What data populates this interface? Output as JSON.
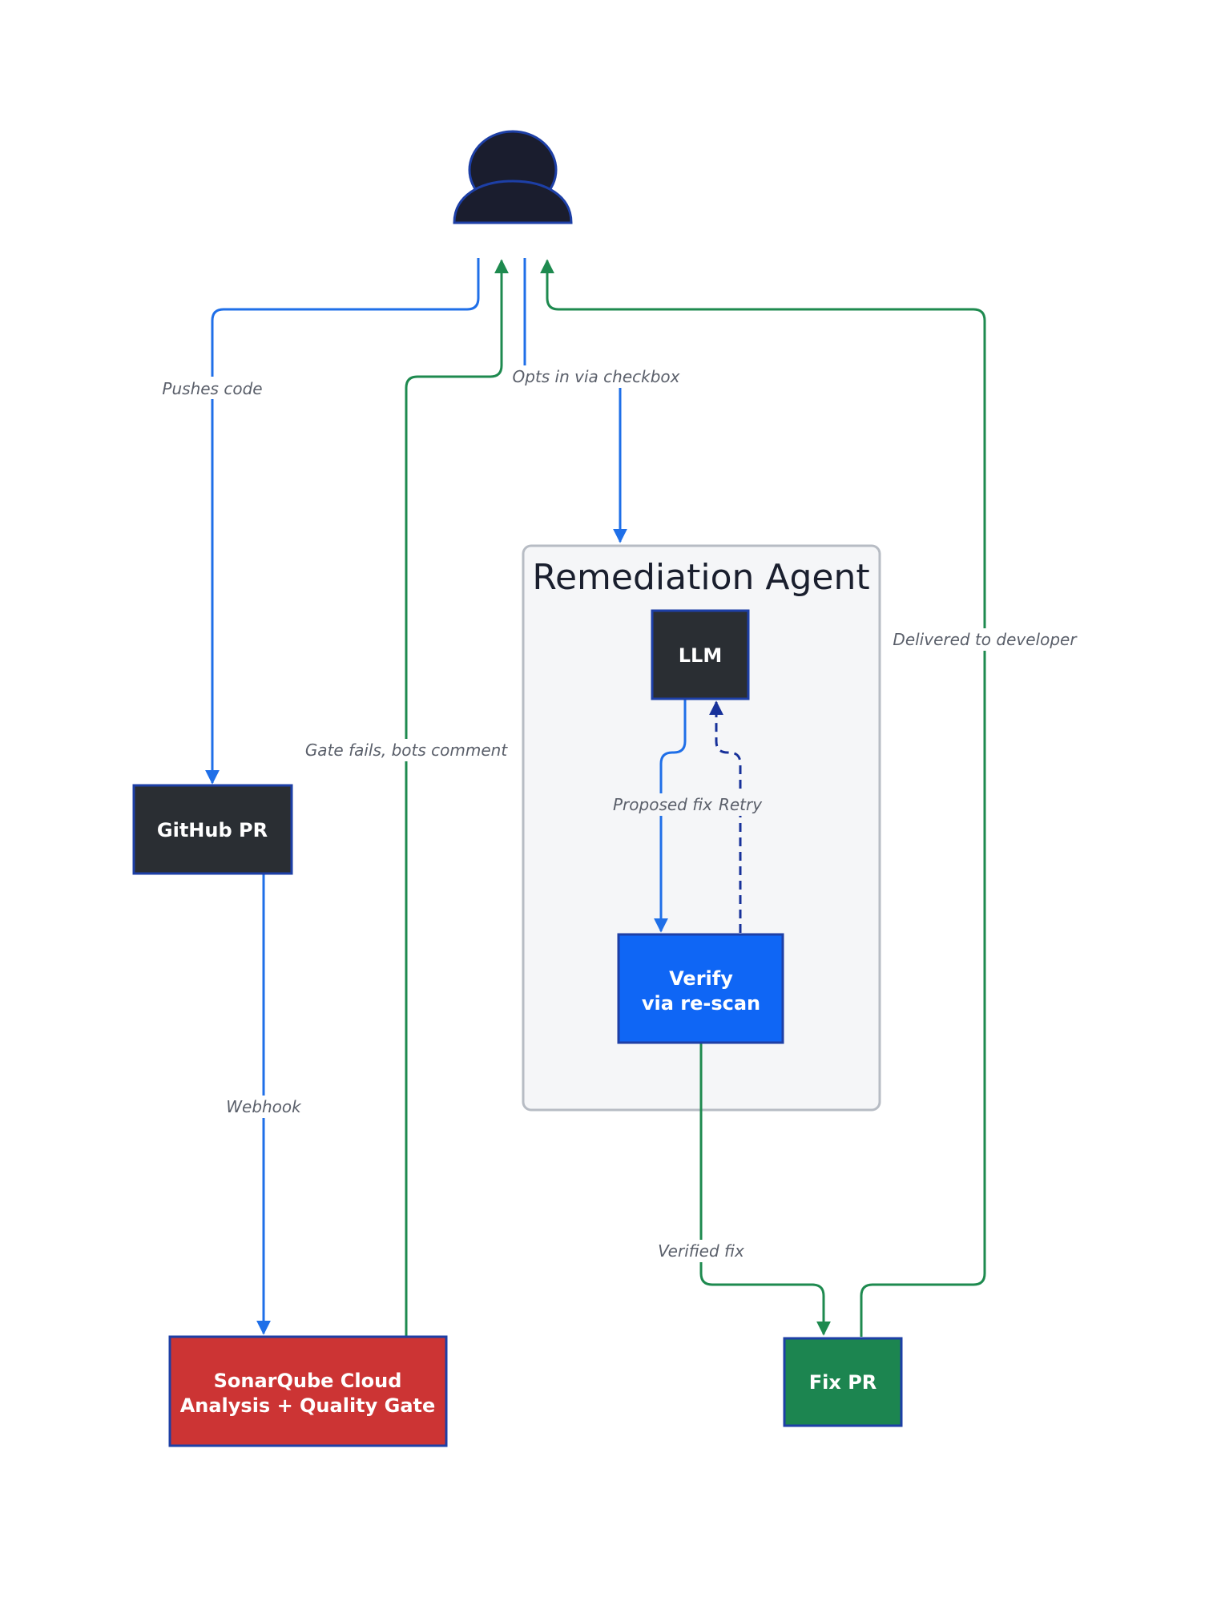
{
  "colors": {
    "flow_blue": "#1f6fe8",
    "flow_green": "#1e8a4f",
    "retry_navy": "#17319a",
    "node_dark": "#2a2e33",
    "node_red": "#cc3434",
    "node_blue": "#0f66f5",
    "node_green": "#1c8550",
    "node_border": "#1d3fa6",
    "group_fill": "#f5f6f8",
    "group_border": "#b7bcc4",
    "user_icon": "#1a1d2e"
  },
  "actor": {
    "icon": "person-icon"
  },
  "group": {
    "title": "Remediation Agent"
  },
  "nodes": {
    "github_pr": {
      "label": "GitHub PR"
    },
    "sonarqube": {
      "line1": "SonarQube Cloud",
      "line2": "Analysis + Quality Gate"
    },
    "llm": {
      "label": "LLM"
    },
    "verify": {
      "line1": "Verify",
      "line2": "via re-scan"
    },
    "fix_pr": {
      "label": "Fix PR"
    }
  },
  "edges": {
    "pushes_code": "Pushes code",
    "gate_fails": "Gate fails, bots comment",
    "opts_in": "Opts in via checkbox",
    "delivered": "Delivered to developer",
    "webhook": "Webhook",
    "proposed_fix": "Proposed fix",
    "retry": "Retry",
    "verified_fix": "Verified fix"
  }
}
